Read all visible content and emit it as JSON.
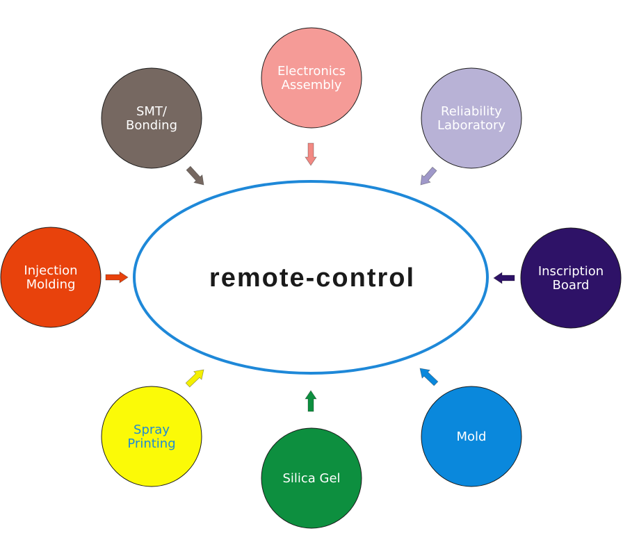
{
  "center": {
    "label": "remote-control",
    "border_color": "#1e88d8",
    "text_color": "#1a1a1a"
  },
  "nodes": [
    {
      "id": "electronics-assembly",
      "lines": [
        "Electronics",
        "Assembly"
      ],
      "fill": "#f59b97",
      "text_color": "#ffffff",
      "arrow_color": "#f28983"
    },
    {
      "id": "reliability-laboratory",
      "lines": [
        "Reliability",
        "Laboratory"
      ],
      "fill": "#b8b2d6",
      "text_color": "#ffffff",
      "arrow_color": "#9f98c9"
    },
    {
      "id": "inscription-board",
      "lines": [
        "Inscription",
        "Board"
      ],
      "fill": "#2e1267",
      "text_color": "#ffffff",
      "arrow_color": "#2e1267"
    },
    {
      "id": "mold",
      "lines": [
        "Mold"
      ],
      "fill": "#0a88dc",
      "text_color": "#ffffff",
      "arrow_color": "#0a88dc"
    },
    {
      "id": "silica-gel",
      "lines": [
        "Silica Gel"
      ],
      "fill": "#0d8f3f",
      "text_color": "#ffffff",
      "arrow_color": "#0d8f3f"
    },
    {
      "id": "spray-printing",
      "lines": [
        "Spray",
        "Printing"
      ],
      "fill": "#fbfa07",
      "text_color": "#1e8ad4",
      "arrow_color": "#f4f000"
    },
    {
      "id": "injection-molding",
      "lines": [
        "Injection",
        "Molding"
      ],
      "fill": "#e8420c",
      "text_color": "#ffffff",
      "arrow_color": "#e8420c"
    },
    {
      "id": "smt-bonding",
      "lines": [
        "SMT/",
        "Bonding"
      ],
      "fill": "#766861",
      "text_color": "#ffffff",
      "arrow_color": "#766861"
    }
  ]
}
